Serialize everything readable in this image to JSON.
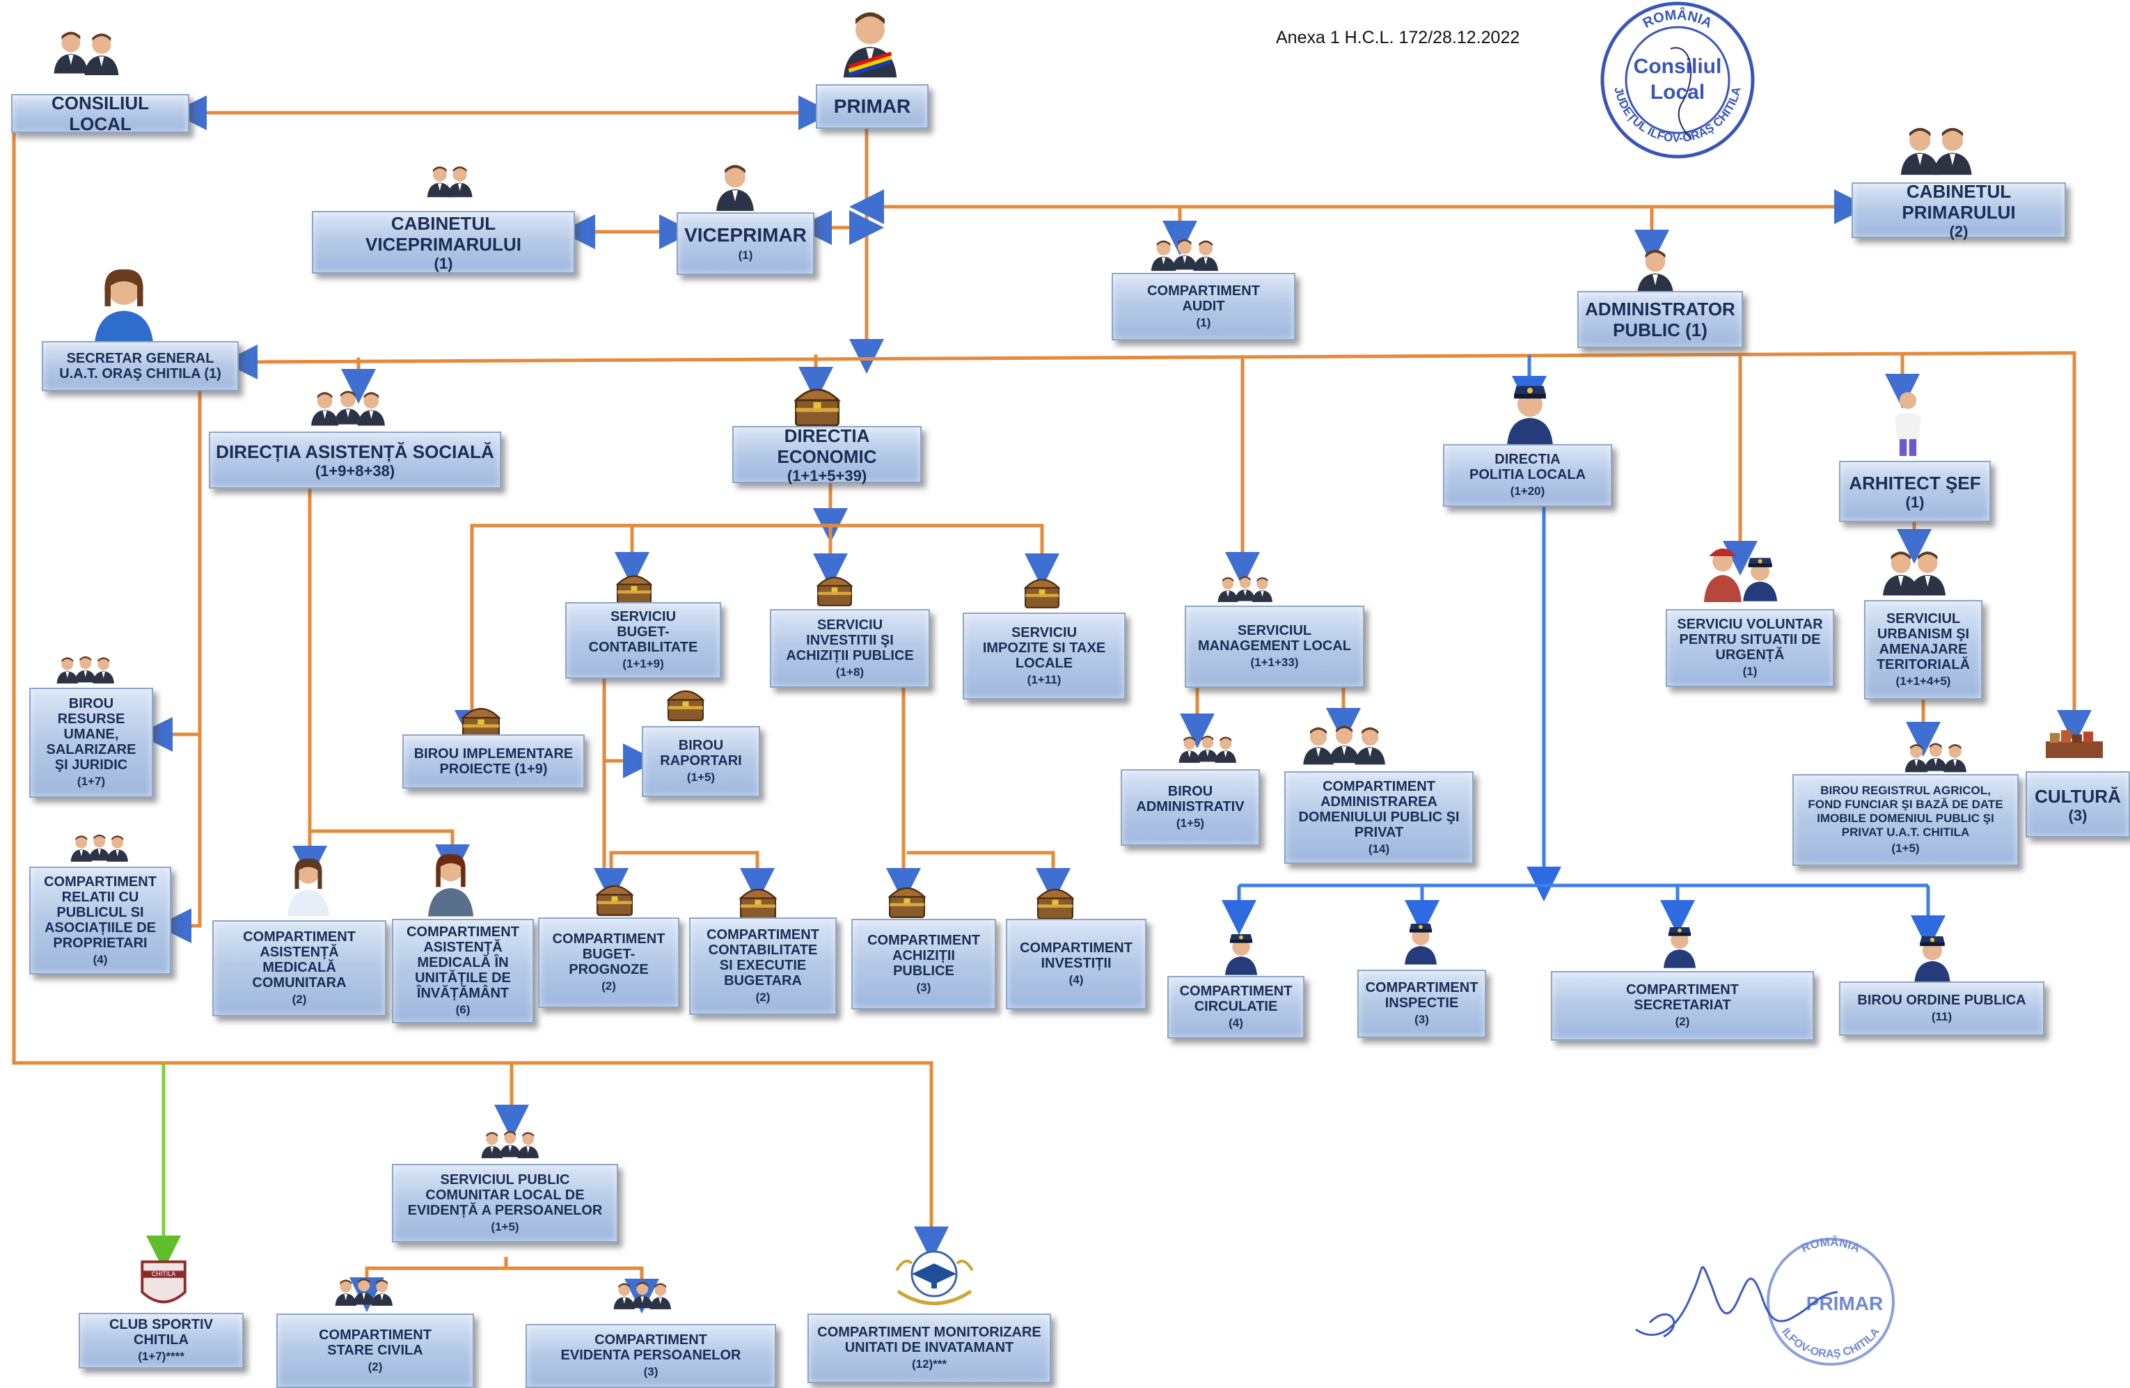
{
  "annex_label": "Anexa 1 H.C.L. 172/28.12.2022",
  "stamps": {
    "council": {
      "text_top": "ROMÂNIA",
      "text_ring": "JUDEȚUL ILFOV-ORAȘ CHITILA",
      "center_line1": "Consiliul",
      "center_line2": "Local"
    },
    "mayor": {
      "text_top": "ROMÂNIA",
      "text_ring": "ILFOV-ORAȘ CHITILA",
      "center": "PRIMAR"
    }
  },
  "colors": {
    "connector": "#e58a3b",
    "police_connector": "#3f7ee8",
    "sport_connector": "#7ecf3e",
    "box_text": "#1b2d55"
  },
  "boxes": {
    "consiliul_local": {
      "title": "CONSILIUL LOCAL",
      "count": ""
    },
    "primar": {
      "title": "PRIMAR",
      "count": ""
    },
    "cabinet_viceprimar": {
      "title": "CABINETUL VICEPRIMARULUI",
      "count": "(1)"
    },
    "viceprimar": {
      "title": "VICEPRIMAR",
      "count": "(1)"
    },
    "cabinet_primar": {
      "title": "CABINETUL PRIMARULUI",
      "count": "(2)"
    },
    "compartiment_audit": {
      "title": "COMPARTIMENT\nAUDIT",
      "count": "(1)"
    },
    "administrator_public": {
      "title": "ADMINISTRATOR\nPUBLIC (1)",
      "count": ""
    },
    "secretar_general": {
      "title": "SECRETAR GENERAL\nU.A.T. ORAŞ CHITILA (1)",
      "count": ""
    },
    "directia_asistenta": {
      "title": "DIRECȚIA ASISTENȚĂ SOCIALĂ",
      "count": "(1+9+8+38)"
    },
    "directia_economic": {
      "title": "DIRECTIA ECONOMIC",
      "count": "(1+1+5+39)"
    },
    "directia_politia": {
      "title": "DIRECTIA\nPOLITIA LOCALA",
      "count": "(1+20)"
    },
    "arhitect_sef": {
      "title": "ARHITECT ŞEF",
      "count": "(1)"
    },
    "serviciu_voluntar": {
      "title": "SERVICIU VOLUNTAR\nPENTRU SITUATII DE\nURGENȚĂ",
      "count": "(1)"
    },
    "serviciul_urbanism": {
      "title": "SERVICIUL\nURBANISM ŞI\nAMENAJARE\nTERITORIALĂ",
      "count": "(1+1+4+5)"
    },
    "cultura": {
      "title": "CULTURĂ",
      "count": "(3)"
    },
    "birou_registru": {
      "title": "BIROU REGISTRUL AGRICOL,\nFOND FUNCIAR ŞI BAZĂ DE DATE\nIMOBILE DOMENIUL PUBLIC ŞI\nPRIVAT U.A.T. CHITILA",
      "count": "(1+5)"
    },
    "serviciul_management": {
      "title": "SERVICIUL\nMANAGEMENT LOCAL",
      "count": "(1+1+33)"
    },
    "birou_administrativ": {
      "title": "BIROU\nADMINISTRATIV",
      "count": "(1+5)"
    },
    "compartiment_adm_domeniu": {
      "title": "COMPARTIMENT\nADMINISTRAREA\nDOMENIULUI PUBLIC ŞI\nPRIVAT",
      "count": "(14)"
    },
    "birou_resurse": {
      "title": "BIROU\nRESURSE\nUMANE,\nSALARIZARE\nŞI JURIDIC",
      "count": "(1+7)"
    },
    "compartiment_relatii": {
      "title": "COMPARTIMENT\nRELATII CU\nPUBLICUL SI\nASOCIAȚIILE DE\nPROPRIETARI",
      "count": "(4)"
    },
    "serviciu_buget": {
      "title": "SERVICIU\nBUGET-\nCONTABILITATE",
      "count": "(1+1+9)"
    },
    "serviciu_investitii": {
      "title": "SERVICIU\nINVESTITII ŞI\nACHIZIȚII PUBLICE",
      "count": "(1+8)"
    },
    "serviciu_impozite": {
      "title": "SERVICIU\nIMPOZITE SI TAXE\nLOCALE",
      "count": "(1+11)"
    },
    "birou_implementare": {
      "title": "BIROU IMPLEMENTARE\nPROIECTE (1+9)",
      "count": ""
    },
    "birou_raportari": {
      "title": "BIROU\nRAPORTARI",
      "count": "(1+5)"
    },
    "comp_asistenta_medicala": {
      "title": "COMPARTIMENT\nASISTENȚĂ\nMEDICALĂ\nCOMUNITARA",
      "count": "(2)"
    },
    "comp_asistenta_unitati": {
      "title": "COMPARTIMENT\nASISTENȚĂ\nMEDICALĂ ÎN\nUNITĂȚILE DE\nÎNVĂȚĂMÂNT",
      "count": "(6)"
    },
    "comp_buget_prognoze": {
      "title": "COMPARTIMENT\nBUGET-\nPROGNOZE",
      "count": "(2)"
    },
    "comp_contabilitate": {
      "title": "COMPARTIMENT\nCONTABILITATE\nSI EXECUTIE\nBUGETARA",
      "count": "(2)"
    },
    "comp_achizitii": {
      "title": "COMPARTIMENT\nACHIZIȚII\nPUBLICE",
      "count": "(3)"
    },
    "comp_investitii": {
      "title": "COMPARTIMENT\nINVESTIȚII",
      "count": "(4)"
    },
    "comp_circulatie": {
      "title": "COMPARTIMENT\nCIRCULATIE",
      "count": "(4)"
    },
    "comp_inspectie": {
      "title": "COMPARTIMENT\nINSPECTIE",
      "count": "(3)"
    },
    "comp_secretariat": {
      "title": "COMPARTIMENT\nSECRETARIAT",
      "count": "(2)"
    },
    "birou_ordine": {
      "title": "BIROU ORDINE PUBLICA",
      "count": "(11)"
    },
    "serviciul_public_evidenta": {
      "title": "SERVICIUL PUBLIC\nCOMUNITAR LOCAL DE\nEVIDENȚĂ A PERSOANELOR",
      "count": "(1+5)"
    },
    "club_sportiv": {
      "title": "CLUB SPORTIV CHITILA",
      "count": "(1+7)****"
    },
    "comp_stare_civila": {
      "title": "COMPARTIMENT\nSTARE CIVILA",
      "count": "(2)"
    },
    "comp_evidenta": {
      "title": "COMPARTIMENT\nEVIDENTA PERSOANELOR",
      "count": "(3)"
    },
    "comp_monitorizare": {
      "title": "COMPARTIMENT MONITORIZARE\nUNITATI DE INVATAMANT",
      "count": "(12)***"
    }
  },
  "icons": {
    "club_logo_text": "CHITILA"
  }
}
